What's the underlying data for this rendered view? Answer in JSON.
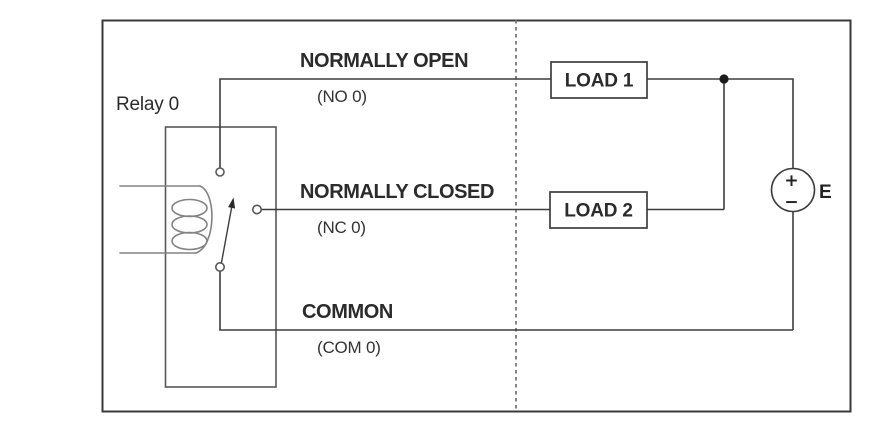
{
  "diagram": {
    "relay": {
      "label": "Relay 0"
    },
    "terminals": {
      "no": {
        "title": "NORMALLY OPEN",
        "code": "(NO 0)"
      },
      "nc": {
        "title": "NORMALLY CLOSED",
        "code": "(NC 0)"
      },
      "com": {
        "title": "COMMON",
        "code": "(COM 0)"
      }
    },
    "loads": [
      {
        "label": "LOAD 1"
      },
      {
        "label": "LOAD 2"
      }
    ],
    "source": {
      "label": "E",
      "plus": "+",
      "minus": "−"
    },
    "colors": {
      "wire": "#3d3d3d",
      "relay_outline": "#585858",
      "coil": "#838383",
      "separator": "#6f6f6f",
      "border": "#3a3a3a",
      "junction": "#1c1c1c"
    }
  }
}
